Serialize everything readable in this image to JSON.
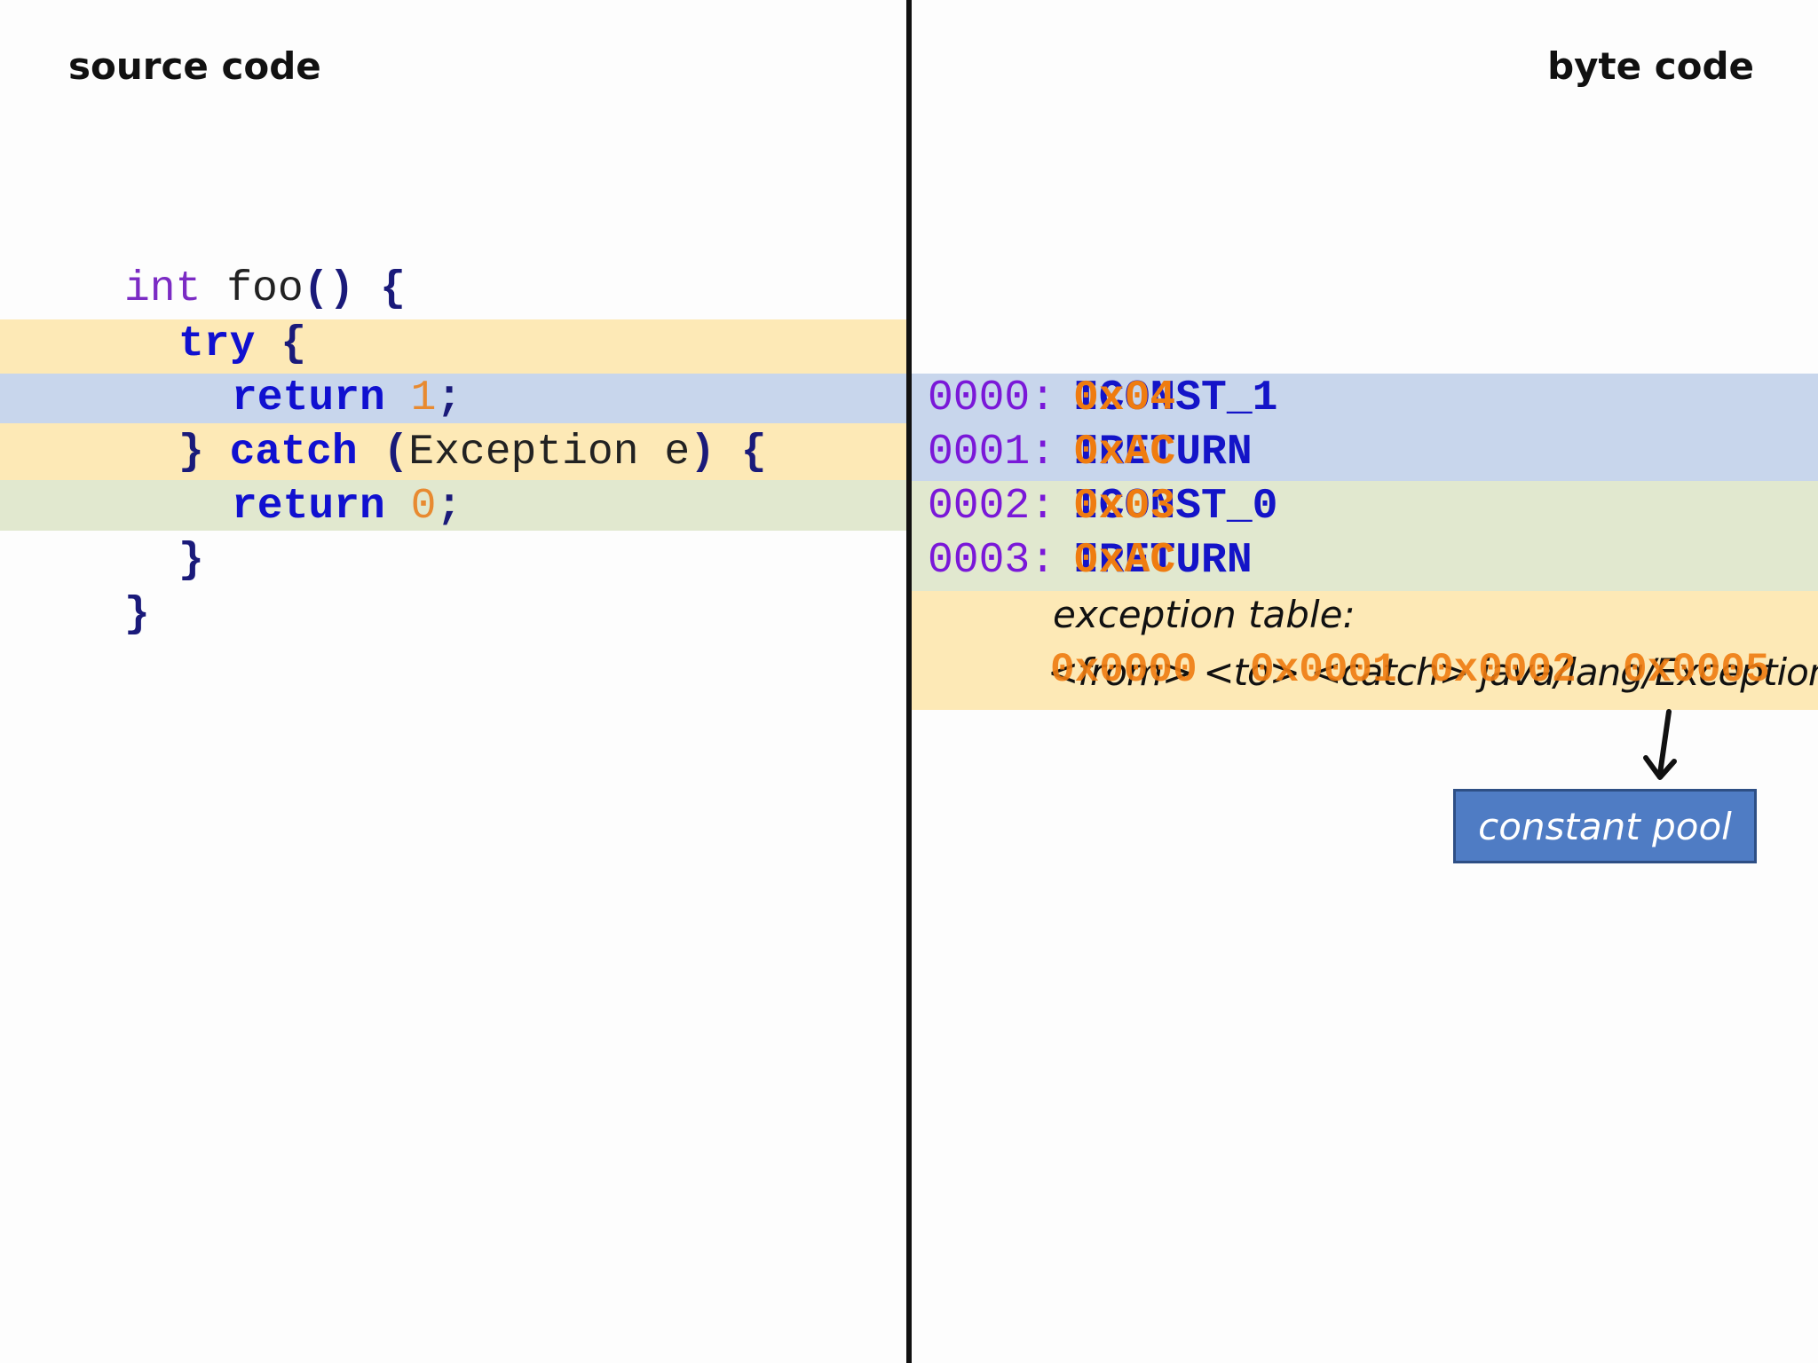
{
  "headings": {
    "left": "source code",
    "right": "byte code"
  },
  "source": {
    "line1": {
      "type": "int",
      "name": "foo",
      "parens": "()",
      "brace": "{"
    },
    "line2": {
      "keyword": "try",
      "brace": "{"
    },
    "line3": {
      "keyword": "return",
      "value": "1",
      "semi": ";"
    },
    "line4": {
      "close": "}",
      "keyword": "catch",
      "open_paren": "(",
      "exception_type": "Exception",
      "var": "e",
      "close_paren": ")",
      "brace": "{"
    },
    "line5": {
      "keyword": "return",
      "value": "0",
      "semi": ";"
    },
    "line6": {
      "close": "}"
    },
    "line7": {
      "close": "}"
    }
  },
  "bytecode": [
    {
      "offset": "0000:",
      "op": "ICONST_1",
      "hex": "0x04"
    },
    {
      "offset": "0001:",
      "op": "IRETURN",
      "hex": "0xAC"
    },
    {
      "offset": "0002:",
      "op": "ICONST_0",
      "hex": "0x03"
    },
    {
      "offset": "0003:",
      "op": "IRETURN",
      "hex": "0xAC"
    }
  ],
  "exception_table": {
    "title": "exception table:",
    "header": "<from> <to> <catch> java/lang/Exception",
    "hex": [
      "0x0000",
      "0x0001",
      "0x0002",
      "0x0005"
    ]
  },
  "constant_pool": {
    "label": "constant pool"
  },
  "colors": {
    "band_yellow": "#fde9b6",
    "band_blue": "#c8d6ec",
    "band_green": "#e1e8cf",
    "keyword_blue": "#1010d0",
    "offset_purple": "#7a18d8",
    "hex_orange": "#ef7c10",
    "pool_box": "#4f7cc4"
  }
}
